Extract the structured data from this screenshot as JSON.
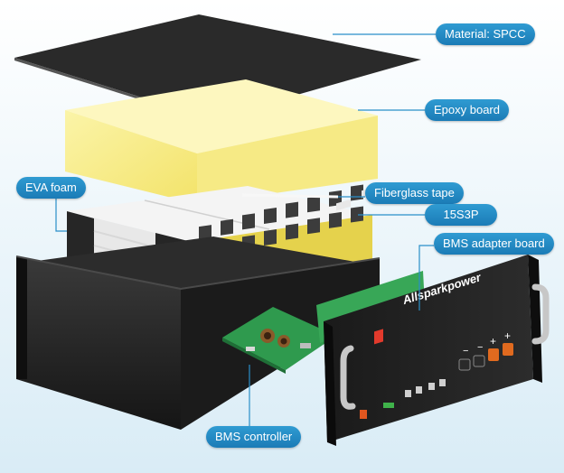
{
  "labels": {
    "material": "Material: SPCC",
    "epoxy": "Epoxy board",
    "eva": "EVA foam",
    "fiberglass": "Fiberglass tape",
    "cells": "15S3P",
    "bms_adapter": "BMS adapter board",
    "bms_controller": "BMS controller"
  },
  "brand": "Allsparkpower",
  "colors": {
    "background_top": "#ffffff",
    "background_bottom": "#d9ecf6",
    "label_fill": "#1f87c3",
    "leader_line": "#2a8fc9",
    "sheet": "#2b2b2b",
    "epoxy": "#f7ec8a",
    "cell_wrap": "#f2f2f2",
    "frame": "#e2d04a",
    "pcb": "#2f9a4e",
    "case": "#1c1c1c",
    "handle": "#c7c7c7",
    "terminal": "#e06a1f"
  },
  "icons": [
    "plus-icon",
    "minus-icon",
    "power-switch-icon"
  ]
}
